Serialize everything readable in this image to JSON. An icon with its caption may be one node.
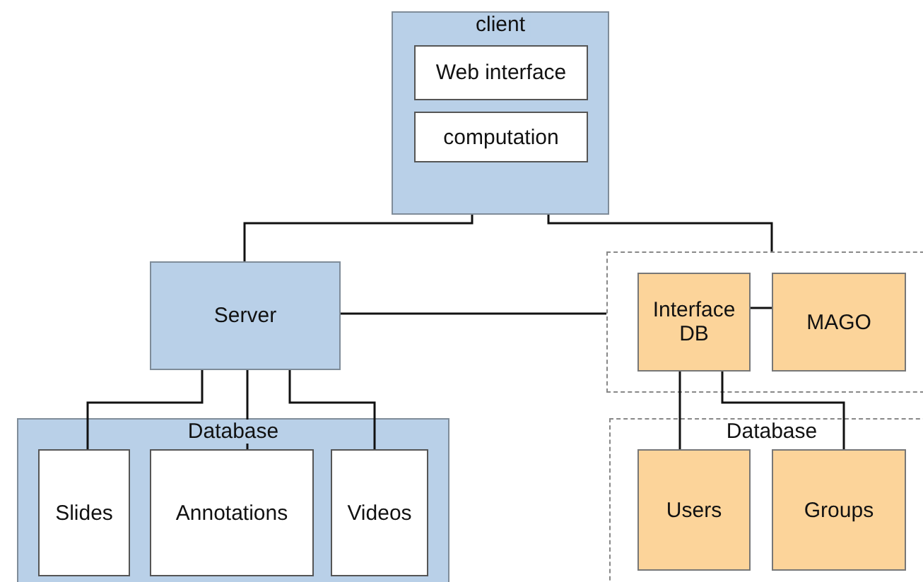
{
  "diagram": {
    "nodes": [
      {
        "text": [
          "client"
        ]
      },
      {
        "text": [
          "Web interface"
        ],
        "in": 0
      },
      {
        "text": [
          "computation"
        ],
        "in": 0
      },
      {
        "text": [
          "Server"
        ]
      },
      {
        "text": [],
        "shape": "box"
      },
      {
        "text": [
          "Interface DB"
        ],
        "in": 4
      },
      {
        "text": [
          "MAGO"
        ],
        "in": 4
      },
      {
        "text": [
          "Database"
        ]
      },
      {
        "text": [
          "Slides"
        ],
        "in": 7
      },
      {
        "text": [
          "Annotations"
        ],
        "in": 7
      },
      {
        "text": [
          "Videos"
        ],
        "in": 7
      },
      {
        "text": [
          "Database"
        ]
      },
      {
        "text": [
          "Users"
        ],
        "in": 11
      },
      {
        "text": [
          "Groups"
        ],
        "in": 11
      }
    ],
    "edges": [
      {
        "from": 0,
        "to": 3,
        "arrow": "none"
      },
      {
        "from": 0,
        "to": 4,
        "arrow": "none"
      },
      {
        "from": 3,
        "to": 4,
        "arrow": "none"
      },
      {
        "from": 5,
        "to": 6,
        "arrow": "none"
      },
      {
        "from": 3,
        "to": 8,
        "arrow": "none"
      },
      {
        "from": 3,
        "to": 9,
        "arrow": "none"
      },
      {
        "from": 3,
        "to": 10,
        "arrow": "none"
      },
      {
        "from": 5,
        "to": 12,
        "arrow": "none"
      },
      {
        "from": 5,
        "to": 13,
        "arrow": "none"
      }
    ]
  }
}
